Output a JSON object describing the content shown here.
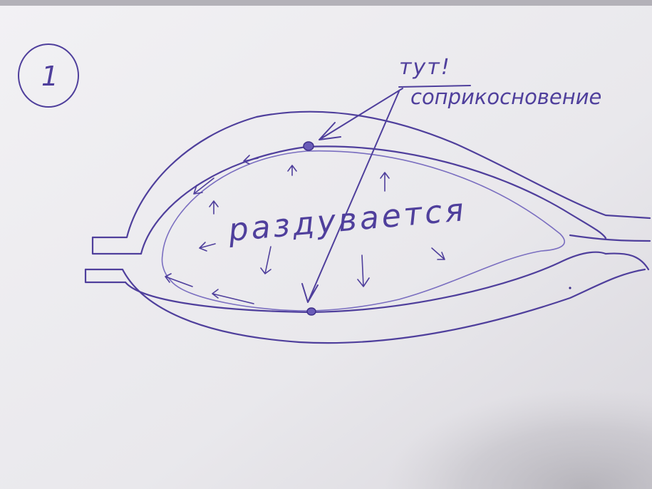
{
  "diagram": {
    "step_number": "1",
    "note_exclaim": "тут!",
    "note_contact": "соприкосновение",
    "inner_label": "раздувается"
  },
  "colors": {
    "ink": "#4f3f9c",
    "ink_light": "#7a6ec0",
    "paper": "#eeedf0",
    "shadow": "#bdbbc2"
  }
}
